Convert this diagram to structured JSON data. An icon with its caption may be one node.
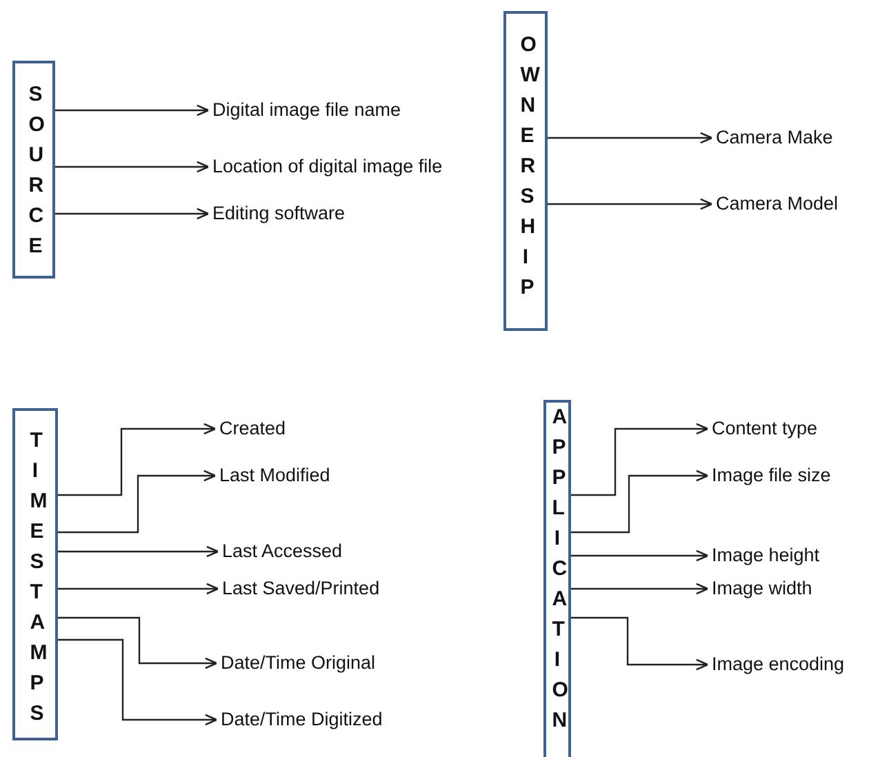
{
  "diagram": {
    "nodes": [
      {
        "text": [
          "SOURCE"
        ]
      },
      {
        "text": [
          "Digital image file name"
        ]
      },
      {
        "text": [
          "Location of digital image file"
        ]
      },
      {
        "text": [
          "Editing software"
        ]
      },
      {
        "text": [
          "OWNERSHIP"
        ]
      },
      {
        "text": [
          "Camera Make"
        ]
      },
      {
        "text": [
          "Camera Model"
        ]
      },
      {
        "text": [
          "TIMESTAMPS"
        ]
      },
      {
        "text": [
          "Created"
        ]
      },
      {
        "text": [
          "Last Modified"
        ]
      },
      {
        "text": [
          "Last Accessed"
        ]
      },
      {
        "text": [
          "Last Saved/Printed"
        ]
      },
      {
        "text": [
          "Date/Time Original"
        ]
      },
      {
        "text": [
          "Date/Time Digitized"
        ]
      },
      {
        "text": [
          "APPLICATION"
        ]
      },
      {
        "text": [
          "Content type"
        ]
      },
      {
        "text": [
          "Image file size"
        ]
      },
      {
        "text": [
          "Image height"
        ]
      },
      {
        "text": [
          "Image width"
        ]
      },
      {
        "text": [
          "Image encoding"
        ]
      }
    ],
    "edges": [
      {
        "from": 0,
        "to": 1,
        "arrow": "to"
      },
      {
        "from": 0,
        "to": 2,
        "arrow": "to"
      },
      {
        "from": 0,
        "to": 3,
        "arrow": "to"
      },
      {
        "from": 4,
        "to": 5,
        "arrow": "to"
      },
      {
        "from": 4,
        "to": 6,
        "arrow": "to"
      },
      {
        "from": 7,
        "to": 8,
        "arrow": "to"
      },
      {
        "from": 7,
        "to": 9,
        "arrow": "to"
      },
      {
        "from": 7,
        "to": 10,
        "arrow": "to"
      },
      {
        "from": 7,
        "to": 11,
        "arrow": "to"
      },
      {
        "from": 7,
        "to": 12,
        "arrow": "to"
      },
      {
        "from": 7,
        "to": 13,
        "arrow": "to"
      },
      {
        "from": 14,
        "to": 15,
        "arrow": "to"
      },
      {
        "from": 14,
        "to": 16,
        "arrow": "to"
      },
      {
        "from": 14,
        "to": 17,
        "arrow": "to"
      },
      {
        "from": 14,
        "to": 18,
        "arrow": "to"
      },
      {
        "from": 14,
        "to": 19,
        "arrow": "to"
      }
    ]
  }
}
